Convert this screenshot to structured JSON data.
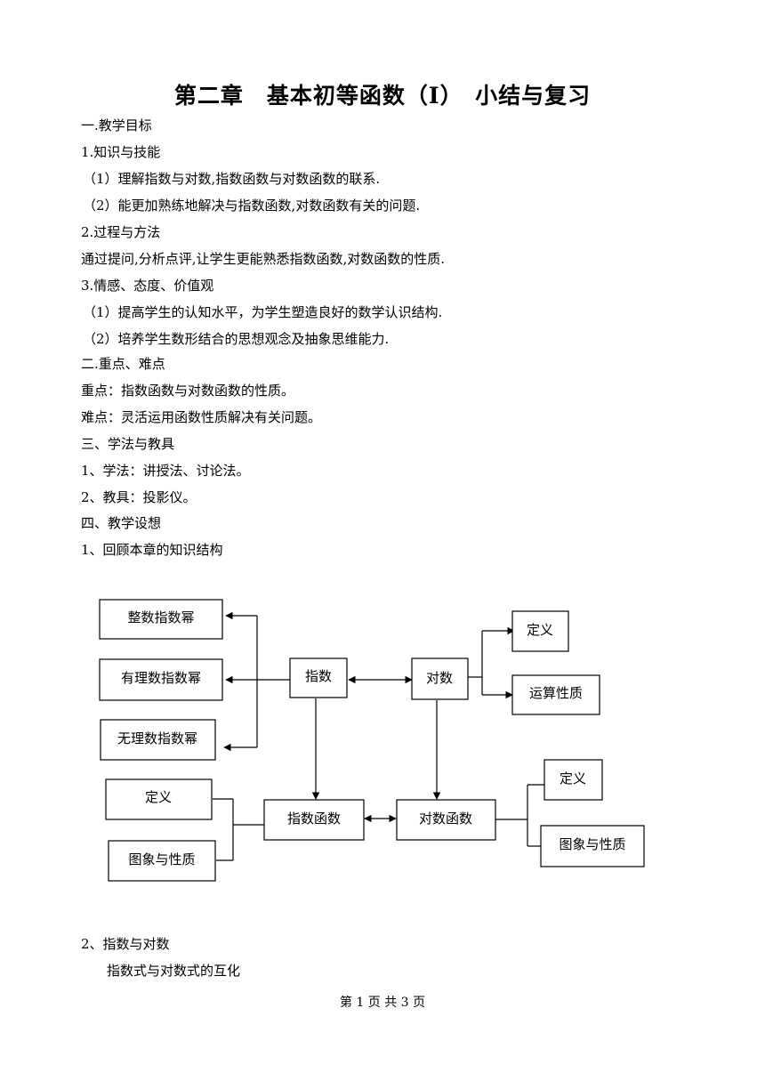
{
  "title": "第二章　基本初等函数（Ⅰ）　小结与复习",
  "lines": [
    "一.教学目标",
    "1.知识与技能",
    "（1）理解指数与对数,指数函数与对数函数的联系.",
    "（2）能更加熟练地解决与指数函数,对数函数有关的问题.",
    "2.过程与方法",
    "通过提问,分析点评,让学生更能熟悉指数函数,对数函数的性质.",
    "3.情感、态度、价值观",
    "（1）提高学生的认知水平，为学生塑造良好的数学认识结构.",
    "（2）培养学生数形结合的思想观念及抽象思维能力.",
    "二.重点、难点",
    "重点：指数函数与对数函数的性质。",
    "难点：灵活运用函数性质解决有关问题。",
    "三、学法与教具",
    "1、学法：讲授法、讨论法。",
    "2、教具：投影仪。",
    "四、教学设想",
    "1、回顾本章的知识结构"
  ],
  "diagram": {
    "integer_power": "整数指数幂",
    "rational_power": "有理数指数幂",
    "irrational_power": "无理数指数幂",
    "exponent": "指数",
    "logarithm": "对数",
    "log_definition": "定义",
    "log_properties": "运算性质",
    "exp_func_definition": "定义",
    "exp_func_graph": "图象与性质",
    "exp_function": "指数函数",
    "log_function": "对数函数",
    "log_func_definition": "定义",
    "log_func_graph": "图象与性质"
  },
  "section2": {
    "heading": "2、指数与对数",
    "subheading": "指数式与对数式的互化"
  },
  "footer": "第  1  页  共  3  页"
}
